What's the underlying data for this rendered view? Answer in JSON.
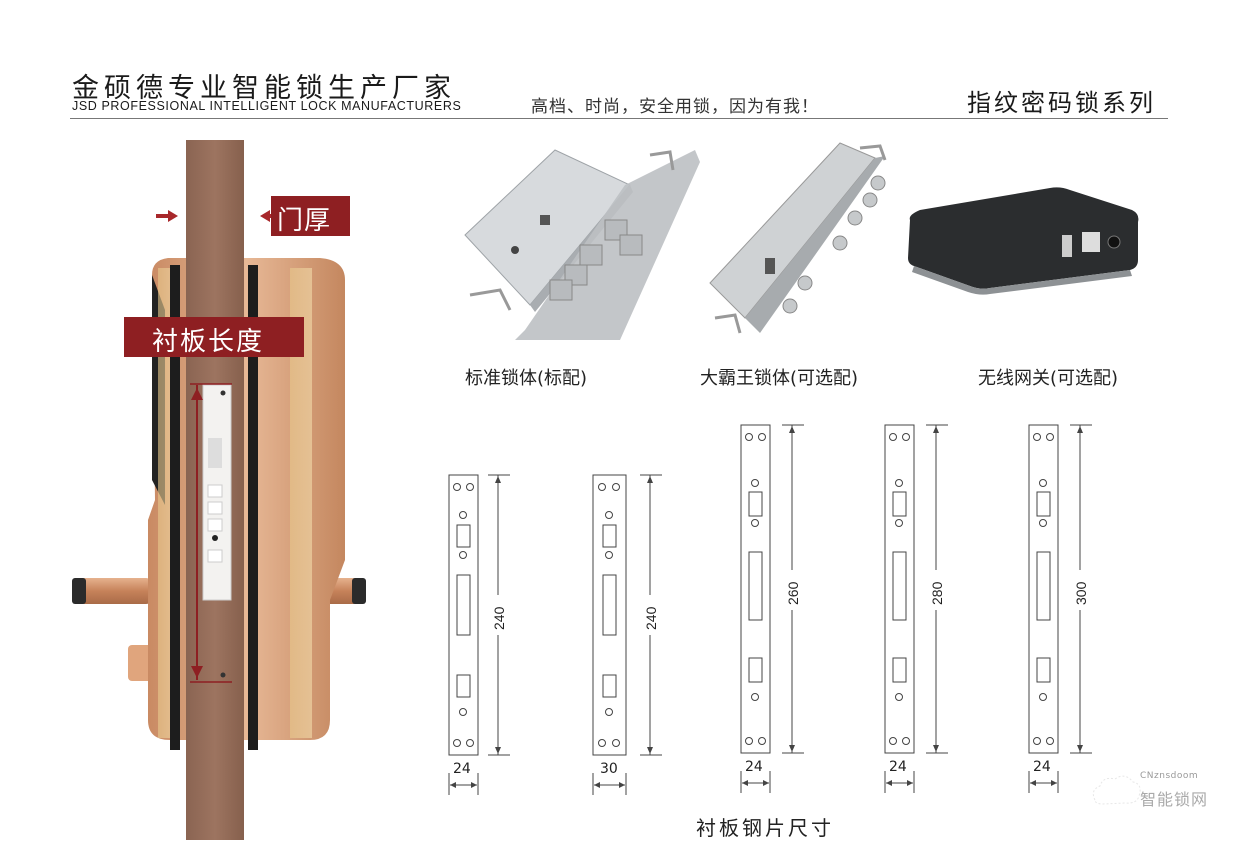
{
  "header": {
    "company_cn": "金硕德专业智能锁生产厂家",
    "company_en": "JSD PROFESSIONAL INTELLIGENT LOCK MANUFACTURERS",
    "slogan": "高档、时尚，安全用锁，因为有我！",
    "series_title": "指纹密码锁系列"
  },
  "door_diagram": {
    "door_thickness_label": "门厚",
    "faceplate_length_label": "衬板长度",
    "accent_color": "#8e1f22"
  },
  "products": [
    {
      "name": "标准锁体(标配)",
      "icon": "mortise-lock-standard"
    },
    {
      "name": "大霸王锁体(可选配)",
      "icon": "mortise-lock-heavy-duty"
    },
    {
      "name": "无线网关(可选配)",
      "icon": "wireless-gateway"
    }
  ],
  "faceplates": {
    "caption": "衬板钢片尺寸",
    "items": [
      {
        "length": "240",
        "width": "24"
      },
      {
        "length": "240",
        "width": "30"
      },
      {
        "length": "260",
        "width": "24"
      },
      {
        "length": "280",
        "width": "24"
      },
      {
        "length": "300",
        "width": "24"
      }
    ]
  },
  "watermark": {
    "url_text": "CNznsdoom",
    "brand_text": "智能锁网"
  }
}
